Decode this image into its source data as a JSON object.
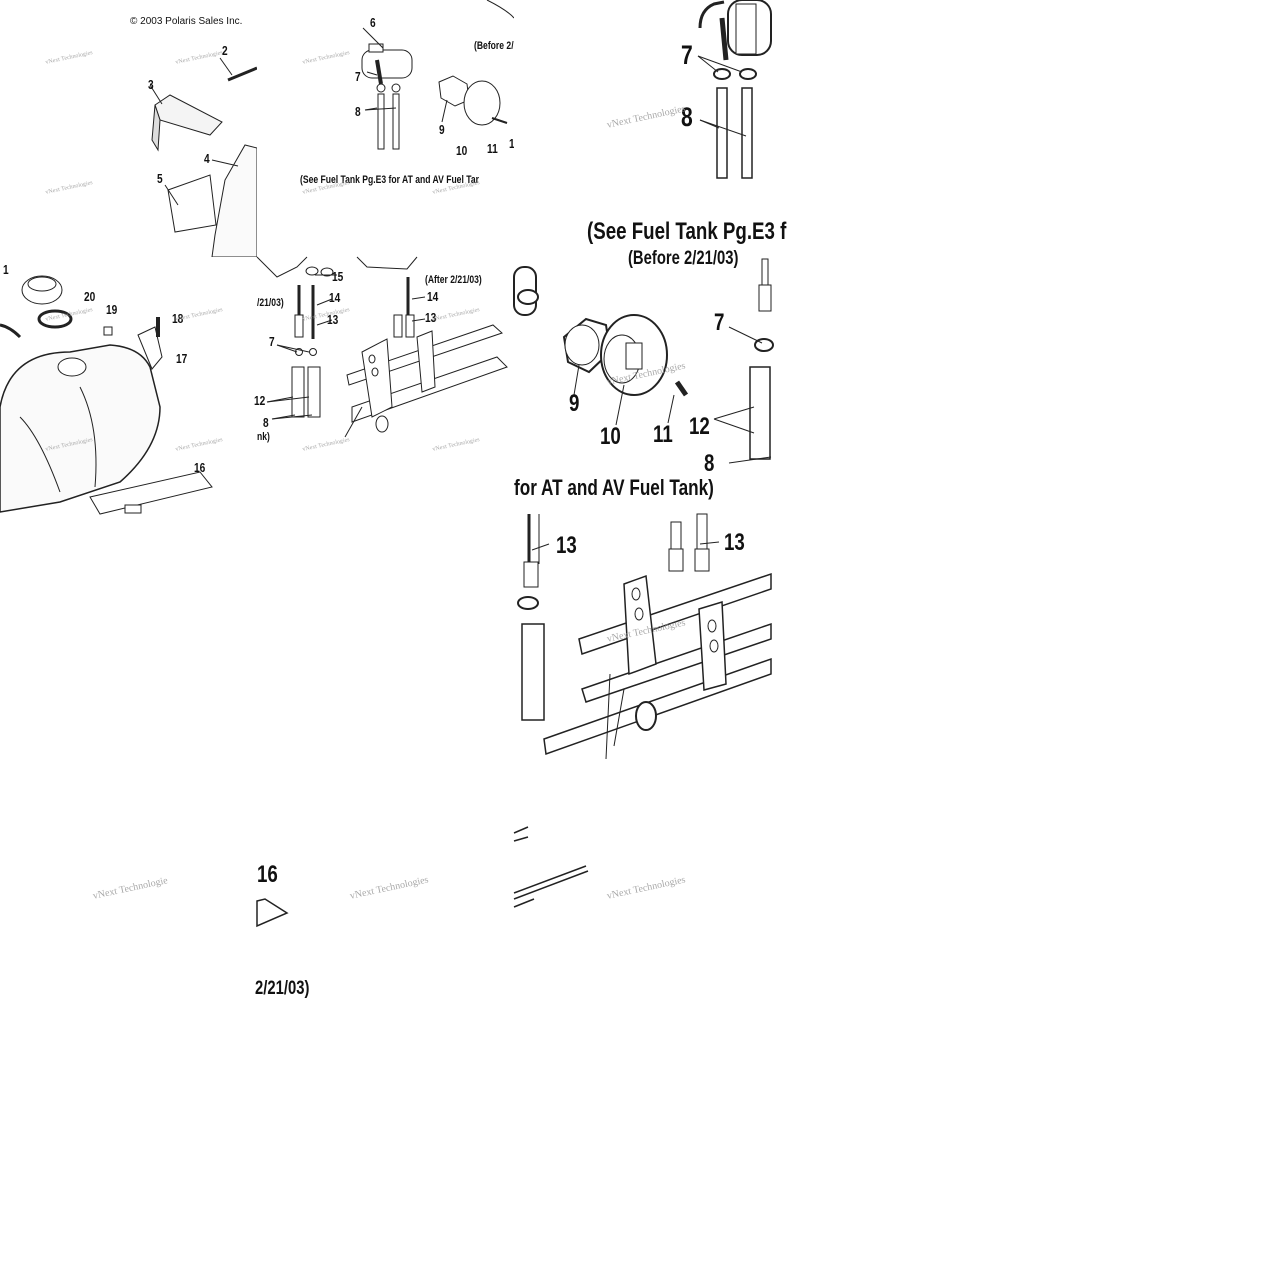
{
  "copyright": "© 2003 Polaris Sales Inc.",
  "watermark": "vNext Technologies",
  "watermark_partial": "vNext Technologie",
  "notes": {
    "before": "(Before 2/",
    "before_full": "(Before 2/21/03)",
    "after": "(After 2/21/03)",
    "before_tail": "2/21/03)",
    "before_tail_small": "/21/03)",
    "see_tank": "(See Fuel Tank Pg.E3 for AT and AV Fuel Tar",
    "see_tank_big": "(See Fuel Tank Pg.E3 f",
    "see_tank_tail": "for AT and AV Fuel Tank)",
    "nk": "nk)"
  },
  "callouts": [
    "1",
    "2",
    "3",
    "4",
    "5",
    "6",
    "7",
    "8",
    "9",
    "10",
    "11",
    "12",
    "13",
    "14",
    "15",
    "16",
    "17",
    "18",
    "19",
    "20"
  ]
}
